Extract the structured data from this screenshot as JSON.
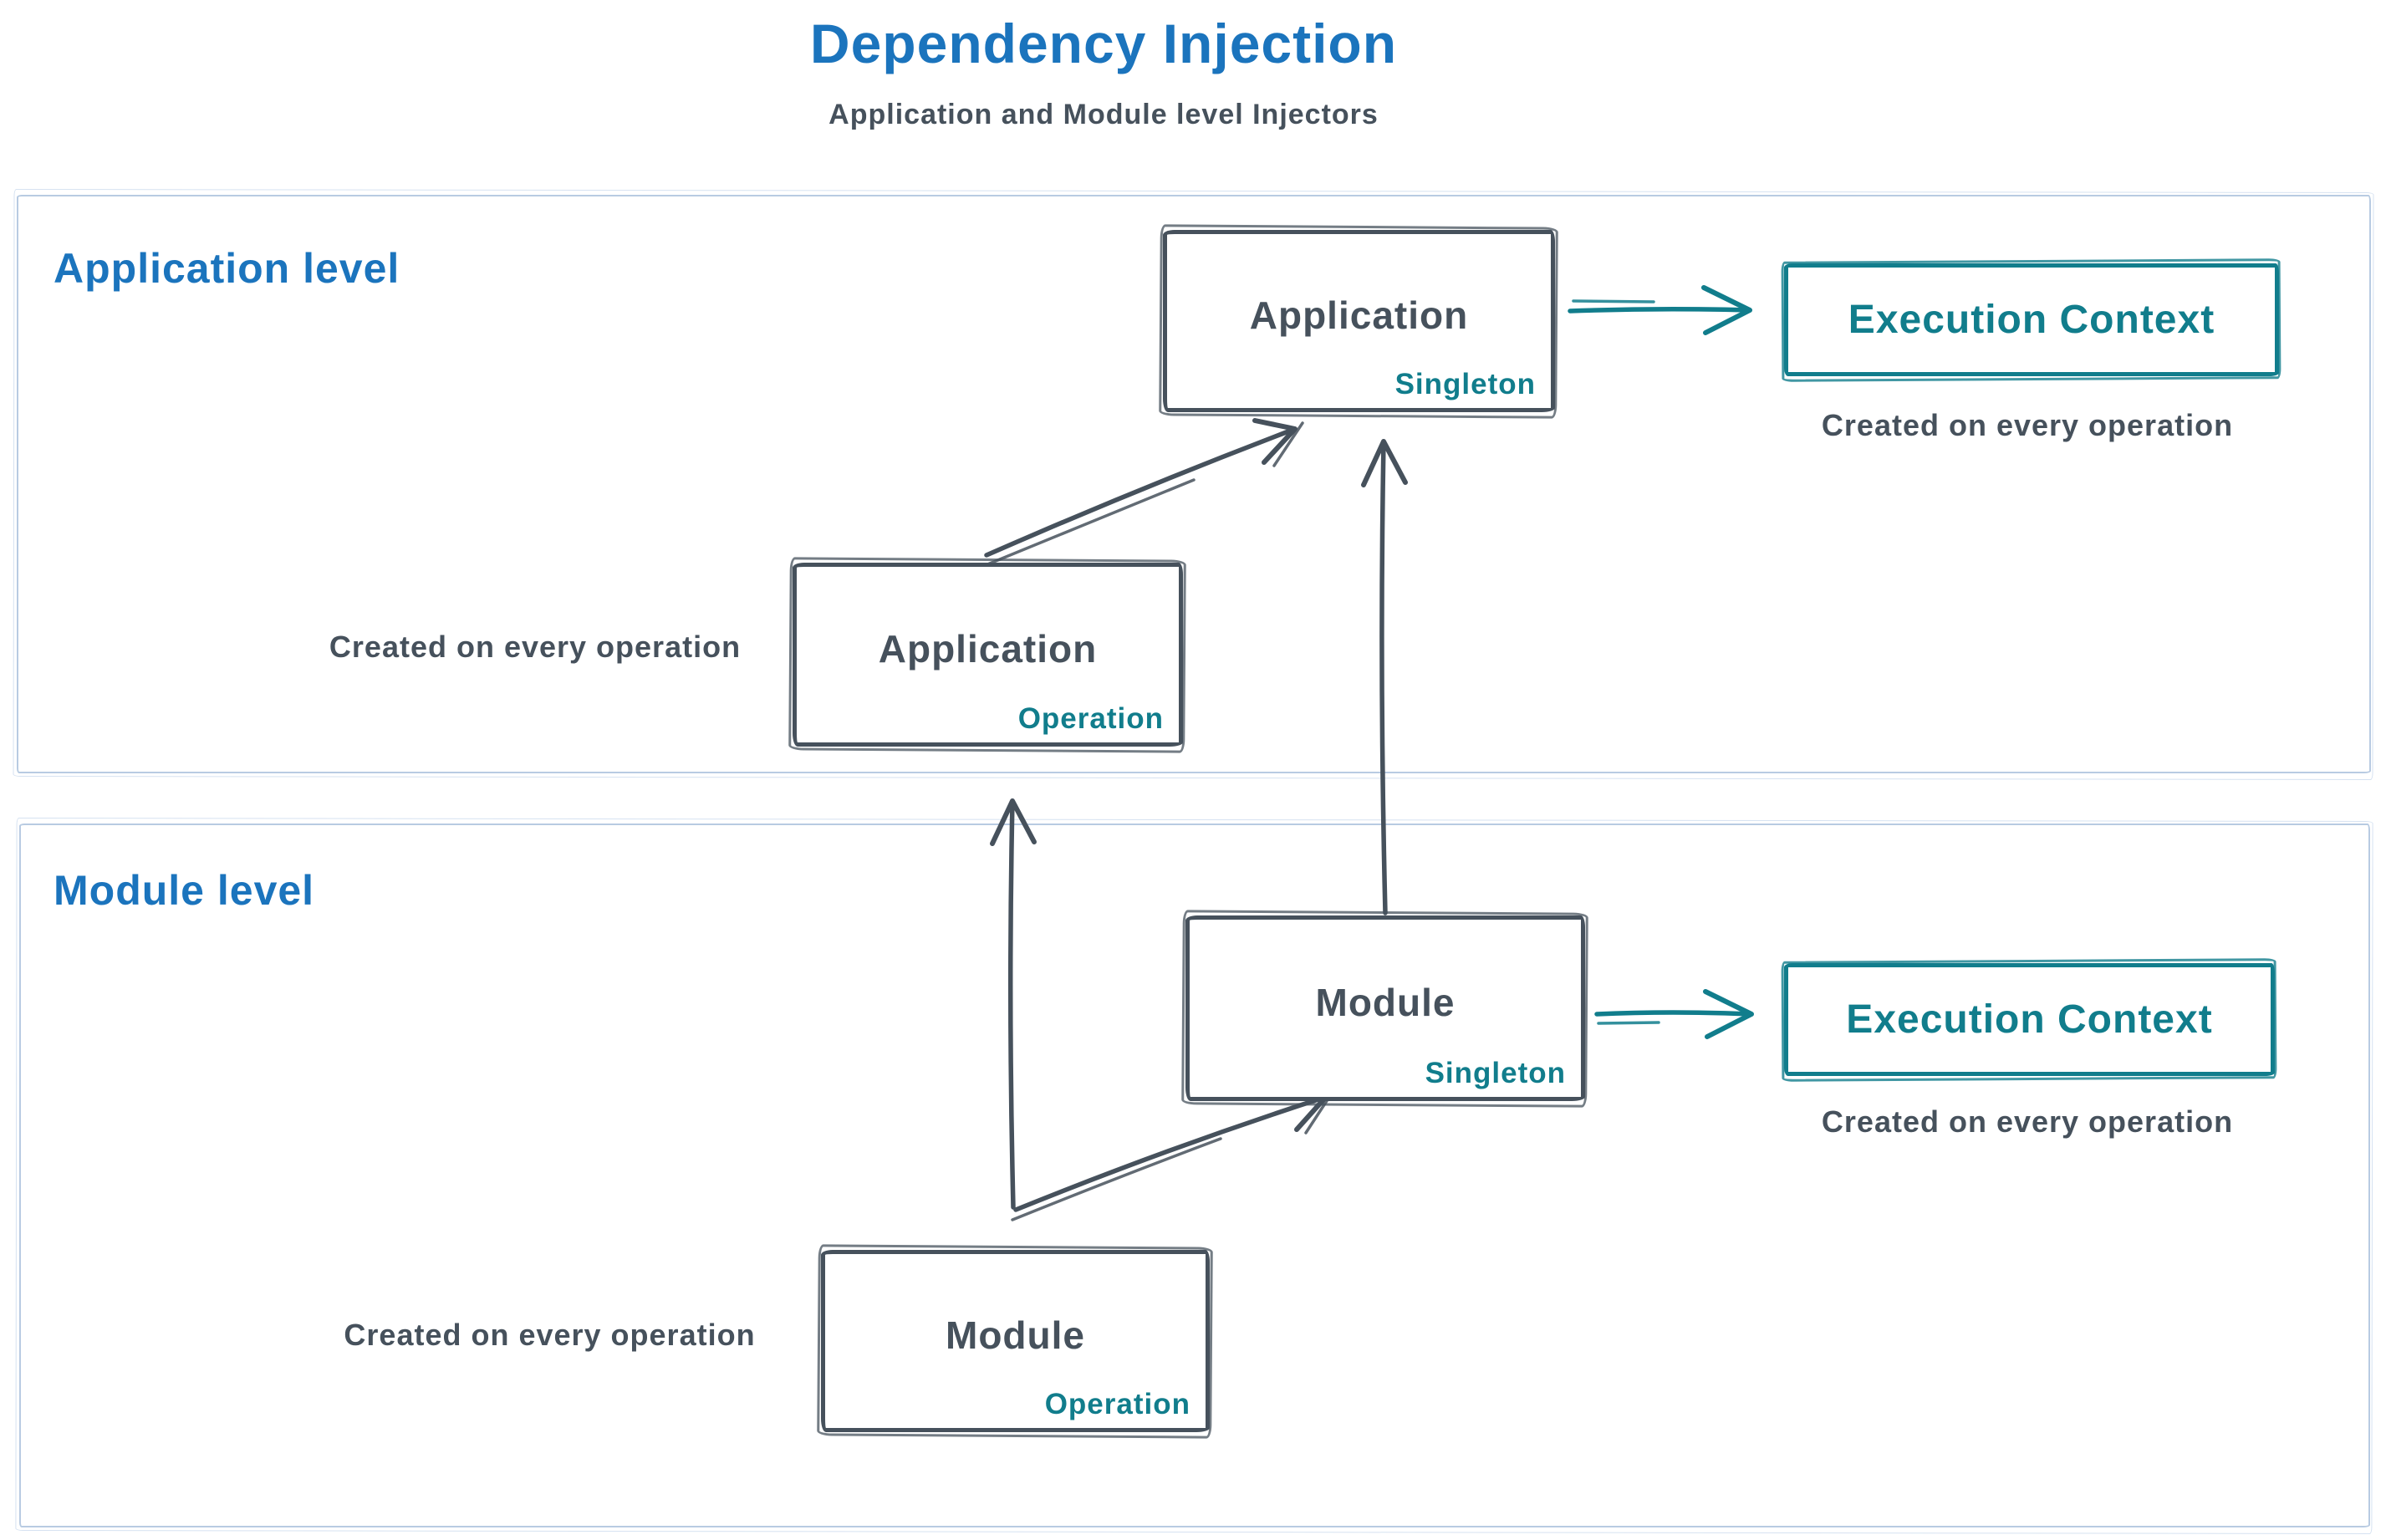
{
  "title": "Dependency Injection",
  "subtitle": "Application and Module level Injectors",
  "colors": {
    "blue": "#1b74bd",
    "teal": "#117d8c",
    "ink": "#46515c",
    "container_border": "#b8cbe2"
  },
  "application_level": {
    "label": "Application level",
    "singleton_box": {
      "title": "Application",
      "scope": "Singleton"
    },
    "operation_box": {
      "title": "Application",
      "scope": "Operation"
    },
    "operation_note": "Created on every operation",
    "execution_context_box": {
      "label": "Execution Context"
    },
    "execution_context_note": "Created on every operation"
  },
  "module_level": {
    "label": "Module level",
    "singleton_box": {
      "title": "Module",
      "scope": "Singleton"
    },
    "operation_box": {
      "title": "Module",
      "scope": "Operation"
    },
    "operation_note": "Created on every operation",
    "execution_context_box": {
      "label": "Execution Context"
    },
    "execution_context_note": "Created on every operation"
  },
  "arrows": [
    {
      "from": "Application Operation",
      "to": "Application Singleton",
      "color": "#46515c"
    },
    {
      "from": "Module Singleton",
      "to": "Application Singleton",
      "color": "#46515c"
    },
    {
      "from": "Module Operation",
      "to": "Application Operation",
      "color": "#46515c"
    },
    {
      "from": "Module Operation",
      "to": "Module Singleton",
      "color": "#46515c"
    },
    {
      "from": "Application Singleton",
      "to": "Execution Context",
      "color": "#117d8c"
    },
    {
      "from": "Module Singleton",
      "to": "Execution Context",
      "color": "#117d8c"
    }
  ]
}
